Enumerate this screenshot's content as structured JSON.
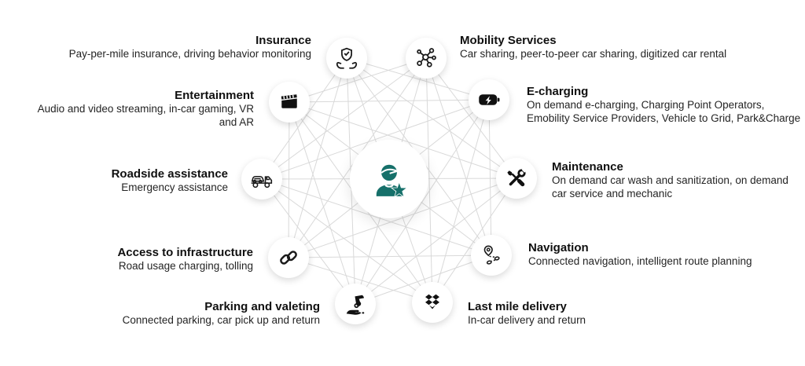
{
  "accent_color": "#16706a",
  "line_color": "#d9d9d9",
  "center": {
    "icon": "chauffeur-star-icon"
  },
  "nodes": [
    {
      "id": "insurance",
      "icon": "shield-hands-icon",
      "title": "Insurance",
      "desc_lines": [
        "Pay-per-mile insurance, driving behavior monitoring"
      ]
    },
    {
      "id": "mobility",
      "icon": "network-hub-icon",
      "title": "Mobility Services",
      "desc_lines": [
        "Car sharing, peer-to-peer car sharing, digitized car rental"
      ]
    },
    {
      "id": "entertainment",
      "icon": "clapperboard-icon",
      "title": "Entertainment",
      "desc_lines": [
        "Audio and video streaming, in-car gaming, VR",
        "and AR"
      ]
    },
    {
      "id": "echarging",
      "icon": "battery-charge-icon",
      "title": "E-charging",
      "desc_lines": [
        "On demand e-charging, Charging Point Operators,",
        "Emobility Service Providers, Vehicle to Grid, Park&Charge"
      ]
    },
    {
      "id": "roadside",
      "icon": "tow-truck-icon",
      "title": "Roadside assistance",
      "desc_lines": [
        "Emergency assistance"
      ]
    },
    {
      "id": "maintenance",
      "icon": "tools-icon",
      "title": "Maintenance",
      "desc_lines": [
        "On demand car wash and sanitization, on demand",
        "car service and mechanic"
      ]
    },
    {
      "id": "access",
      "icon": "chain-link-icon",
      "title": "Access to infrastructure",
      "desc_lines": [
        "Road usage charging, tolling"
      ]
    },
    {
      "id": "navigation",
      "icon": "route-pin-icon",
      "title": "Navigation",
      "desc_lines": [
        "Connected navigation, intelligent route planning"
      ]
    },
    {
      "id": "parking",
      "icon": "key-handover-icon",
      "title": "Parking and valeting",
      "desc_lines": [
        "Connected parking, car pick up and return"
      ]
    },
    {
      "id": "lastmile",
      "icon": "open-box-icon",
      "title": "Last mile delivery",
      "desc_lines": [
        "In-car delivery and return"
      ]
    }
  ]
}
